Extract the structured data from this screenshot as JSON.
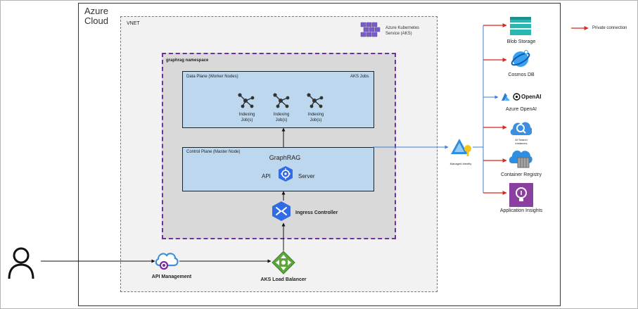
{
  "azure_cloud": {
    "title_line1": "Azure",
    "title_line2": "Cloud"
  },
  "vnet": {
    "label": "VNET"
  },
  "aks": {
    "label_line1": "Azure Kubernetes",
    "label_line2": "Service (AKS)"
  },
  "namespace": {
    "label": "graphrag namespace"
  },
  "data_plane": {
    "label": "Data Plane (Worker Nodes)",
    "jobs_label": "AKS Jobs",
    "jobs": [
      {
        "line1": "Indexing",
        "line2": "Job(s)"
      },
      {
        "line1": "Indexing",
        "line2": "Job(s)"
      },
      {
        "line1": "Indexing",
        "line2": "Job(s)"
      }
    ]
  },
  "control_plane": {
    "label": "Control Plane (Master Node)",
    "title": "GraphRAG",
    "api_label": "API",
    "server_label": "Server"
  },
  "ingress": {
    "label": "Ingress Controller"
  },
  "load_balancer": {
    "label": "AKS Load Balancer"
  },
  "api_management": {
    "label": "API Management"
  },
  "managed_identity": {
    "label": "Managed Identity"
  },
  "services": [
    {
      "label": "Blob Storage"
    },
    {
      "label": "Cosmos DB"
    },
    {
      "label": "Azure OpenAI",
      "logo_text": "OpenAI"
    },
    {
      "label_line1": "AI Search",
      "label_line2": "instances"
    },
    {
      "label": "Container Registry"
    },
    {
      "label": "Application Insights"
    }
  ],
  "legend": {
    "private_connection": "Private connection"
  },
  "colors": {
    "private_arrow": "#e0261b",
    "blue_line": "#3d7fd9",
    "plane_fill": "#bdd7ee",
    "namespace_border": "#7030a0",
    "vnet_fill": "#f2f2f2",
    "namespace_fill": "#d9d9d9"
  }
}
